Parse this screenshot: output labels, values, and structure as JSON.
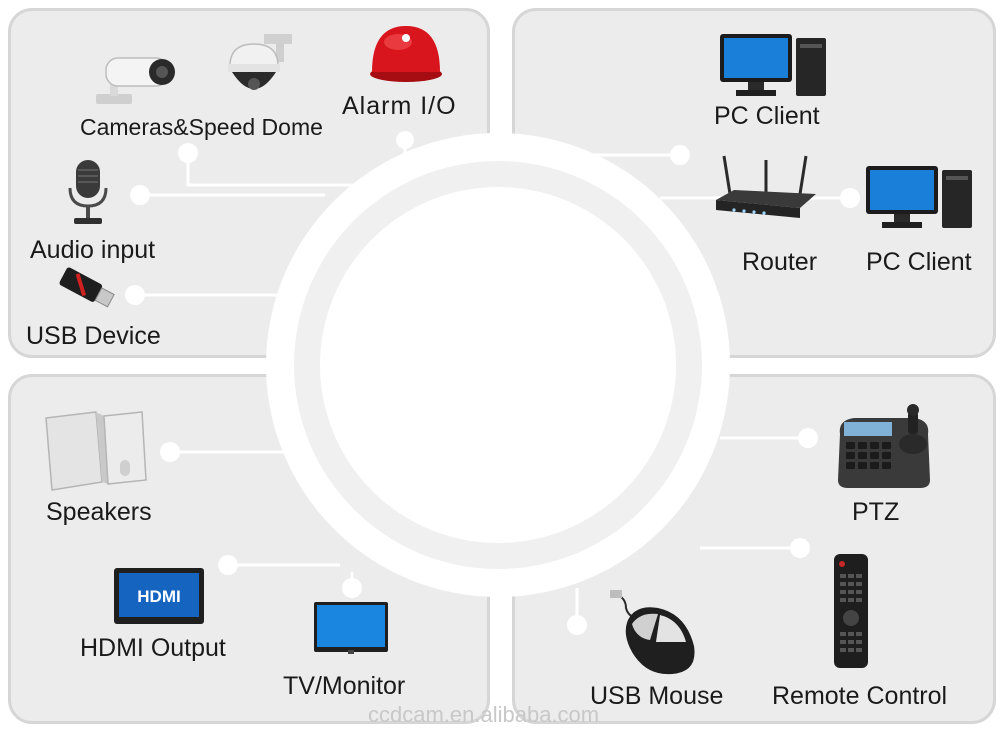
{
  "devices": {
    "cameras": "Cameras&Speed Dome",
    "alarm": "Alarm I/O",
    "audio": "Audio input",
    "usb_device": "USB Device",
    "pc_client_top": "PC Client",
    "router": "Router",
    "pc_client_right": "PC Client",
    "speakers": "Speakers",
    "hdmi": "HDMI Output",
    "hdmi_screen_text": "HDMI",
    "tv": "TV/Monitor",
    "ptz": "PTZ",
    "mouse": "USB Mouse",
    "remote": "Remote Control"
  },
  "watermark": "ccdcam.en.alibaba.com",
  "colors": {
    "panel_bg": "#ececec",
    "panel_border": "#d6d6d6",
    "line": "#ffffff",
    "alarm_red": "#d8141c",
    "screen_blue": "#1a7fd8",
    "text": "#1a1a1a"
  }
}
